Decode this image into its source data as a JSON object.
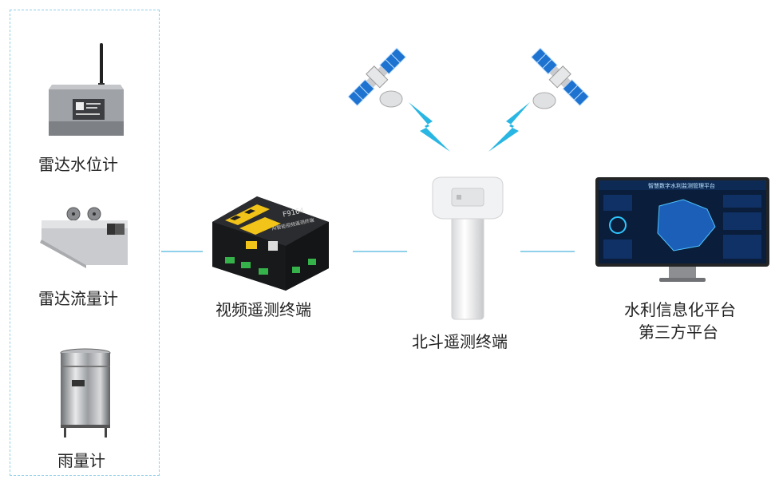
{
  "sensors": {
    "radar_level": "雷达水位计",
    "radar_flow": "雷达流量计",
    "rain_gauge": "雨量计"
  },
  "video_terminal": {
    "label": "视频遥测终端",
    "model": "F9164",
    "device_text": "AI智能视频遥测终端"
  },
  "beidou_terminal": {
    "label": "北斗遥测终端"
  },
  "platform": {
    "line1": "水利信息化平台",
    "line2": "第三方平台",
    "screen_title": "智慧数字水利监测管理平台"
  },
  "colors": {
    "connector": "#8fd0ea",
    "signal": "#29b6e3",
    "panel_blue": "#1e73d0"
  }
}
